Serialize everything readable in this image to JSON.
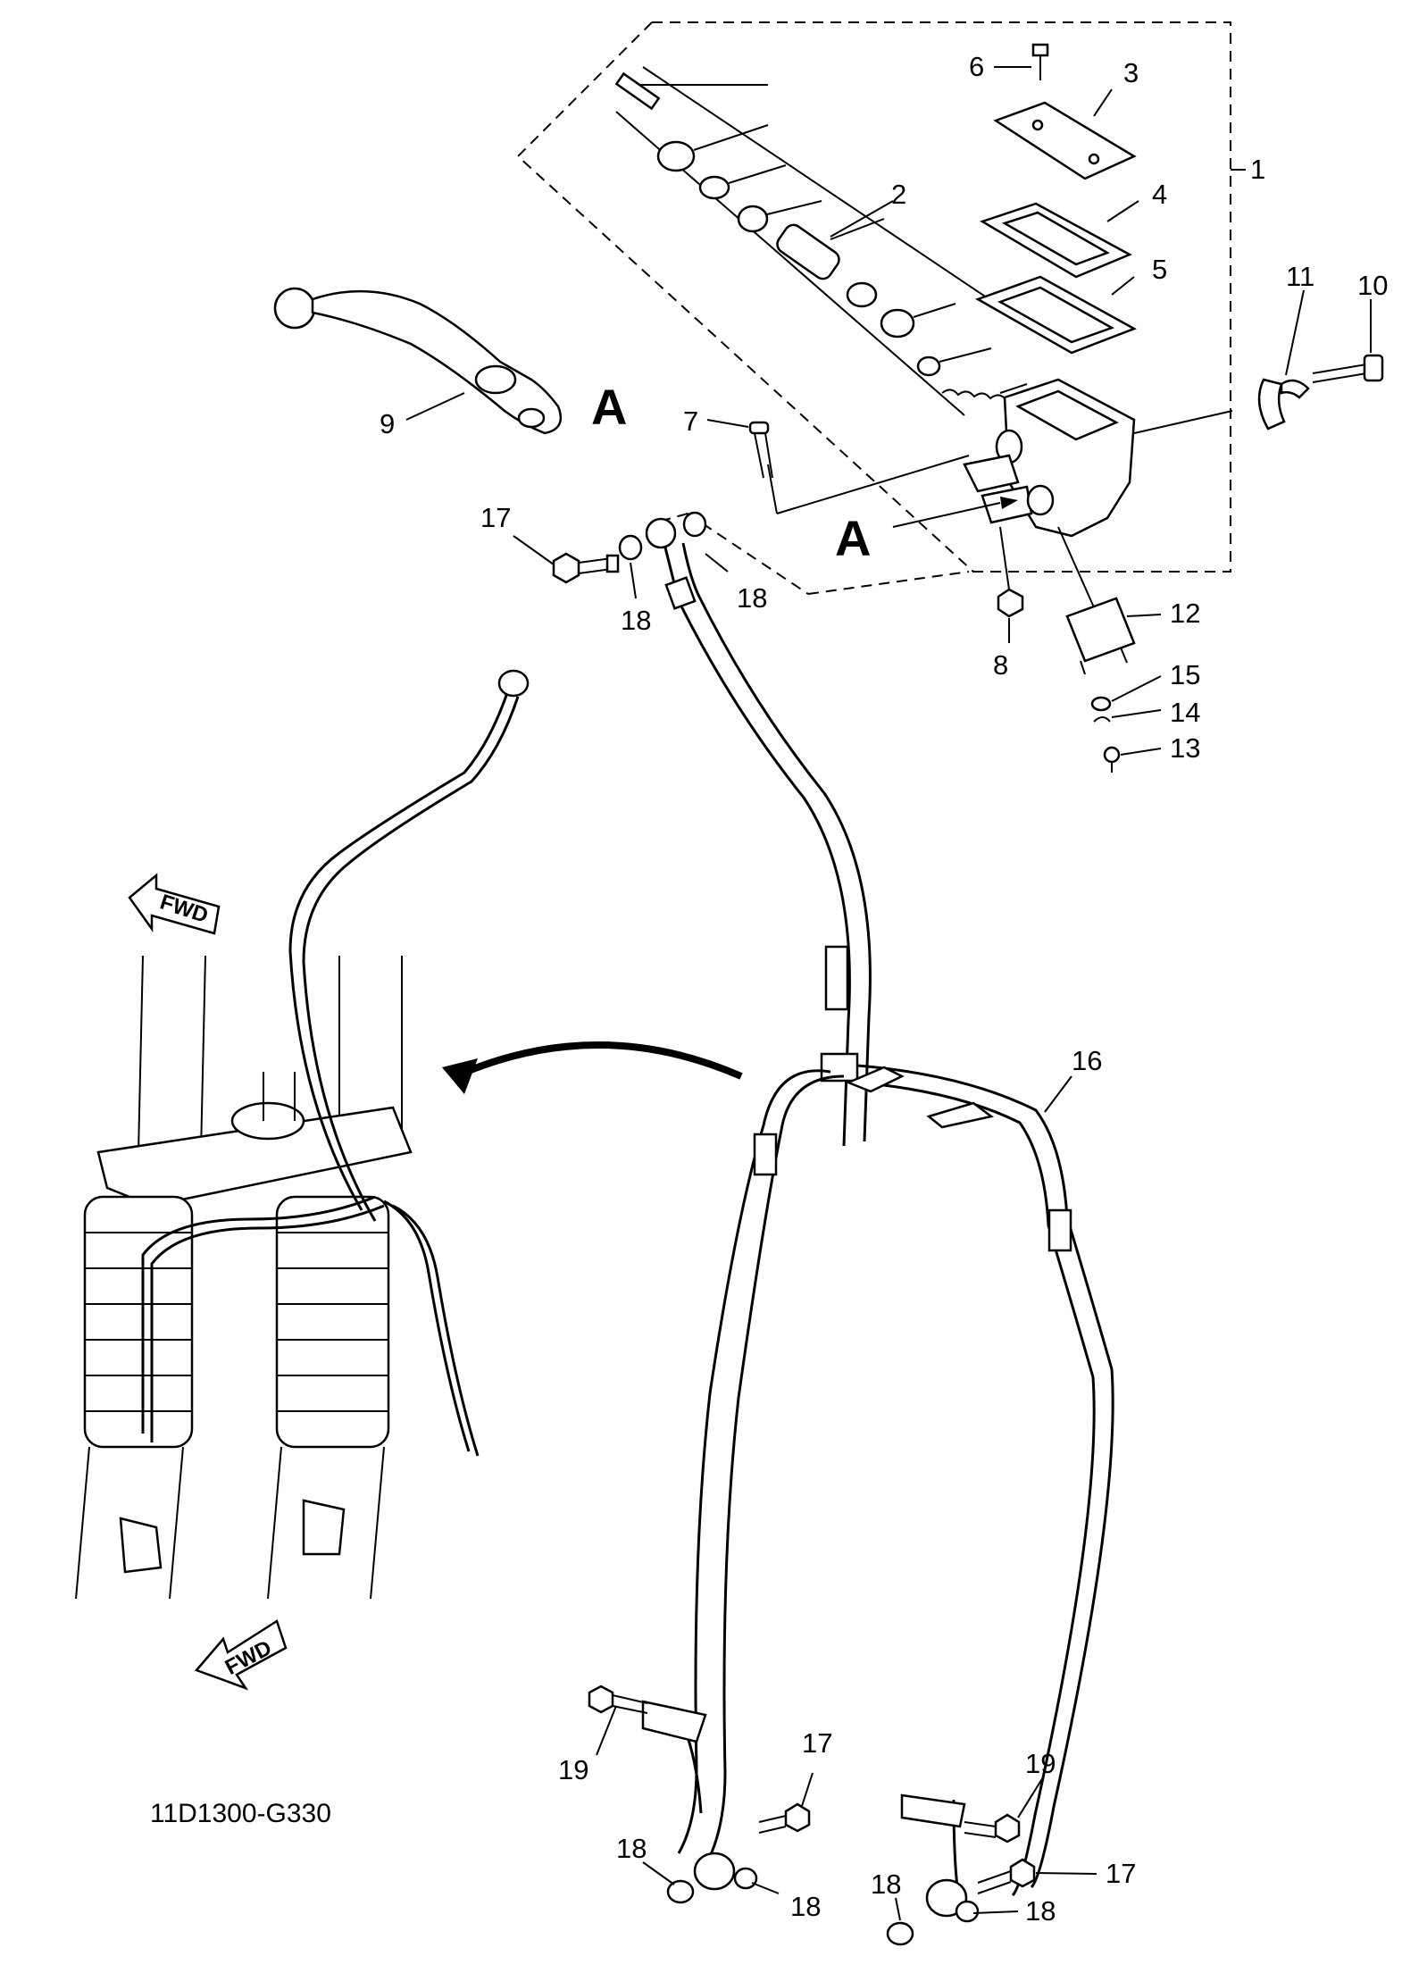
{
  "diagram_code": "11D1300-G330",
  "view_letters": [
    "A",
    "A"
  ],
  "fwd_labels": [
    "FWD",
    "FWD"
  ],
  "colors": {
    "ink": "#000000",
    "paper": "#ffffff"
  },
  "callouts": [
    {
      "id": "1",
      "text": "1"
    },
    {
      "id": "2",
      "text": "2"
    },
    {
      "id": "3",
      "text": "3"
    },
    {
      "id": "4",
      "text": "4"
    },
    {
      "id": "5",
      "text": "5"
    },
    {
      "id": "6",
      "text": "6"
    },
    {
      "id": "7",
      "text": "7"
    },
    {
      "id": "8",
      "text": "8"
    },
    {
      "id": "9",
      "text": "9"
    },
    {
      "id": "10",
      "text": "10"
    },
    {
      "id": "11",
      "text": "11"
    },
    {
      "id": "12",
      "text": "12"
    },
    {
      "id": "13",
      "text": "13"
    },
    {
      "id": "14",
      "text": "14"
    },
    {
      "id": "15",
      "text": "15"
    },
    {
      "id": "16",
      "text": "16"
    },
    {
      "id": "17a",
      "text": "17"
    },
    {
      "id": "18a",
      "text": "18"
    },
    {
      "id": "18b",
      "text": "18"
    },
    {
      "id": "19a",
      "text": "19"
    },
    {
      "id": "17b",
      "text": "17"
    },
    {
      "id": "18c",
      "text": "18"
    },
    {
      "id": "18d",
      "text": "18"
    },
    {
      "id": "19b",
      "text": "19"
    },
    {
      "id": "17c",
      "text": "17"
    },
    {
      "id": "18e",
      "text": "18"
    },
    {
      "id": "18f",
      "text": "18"
    }
  ]
}
